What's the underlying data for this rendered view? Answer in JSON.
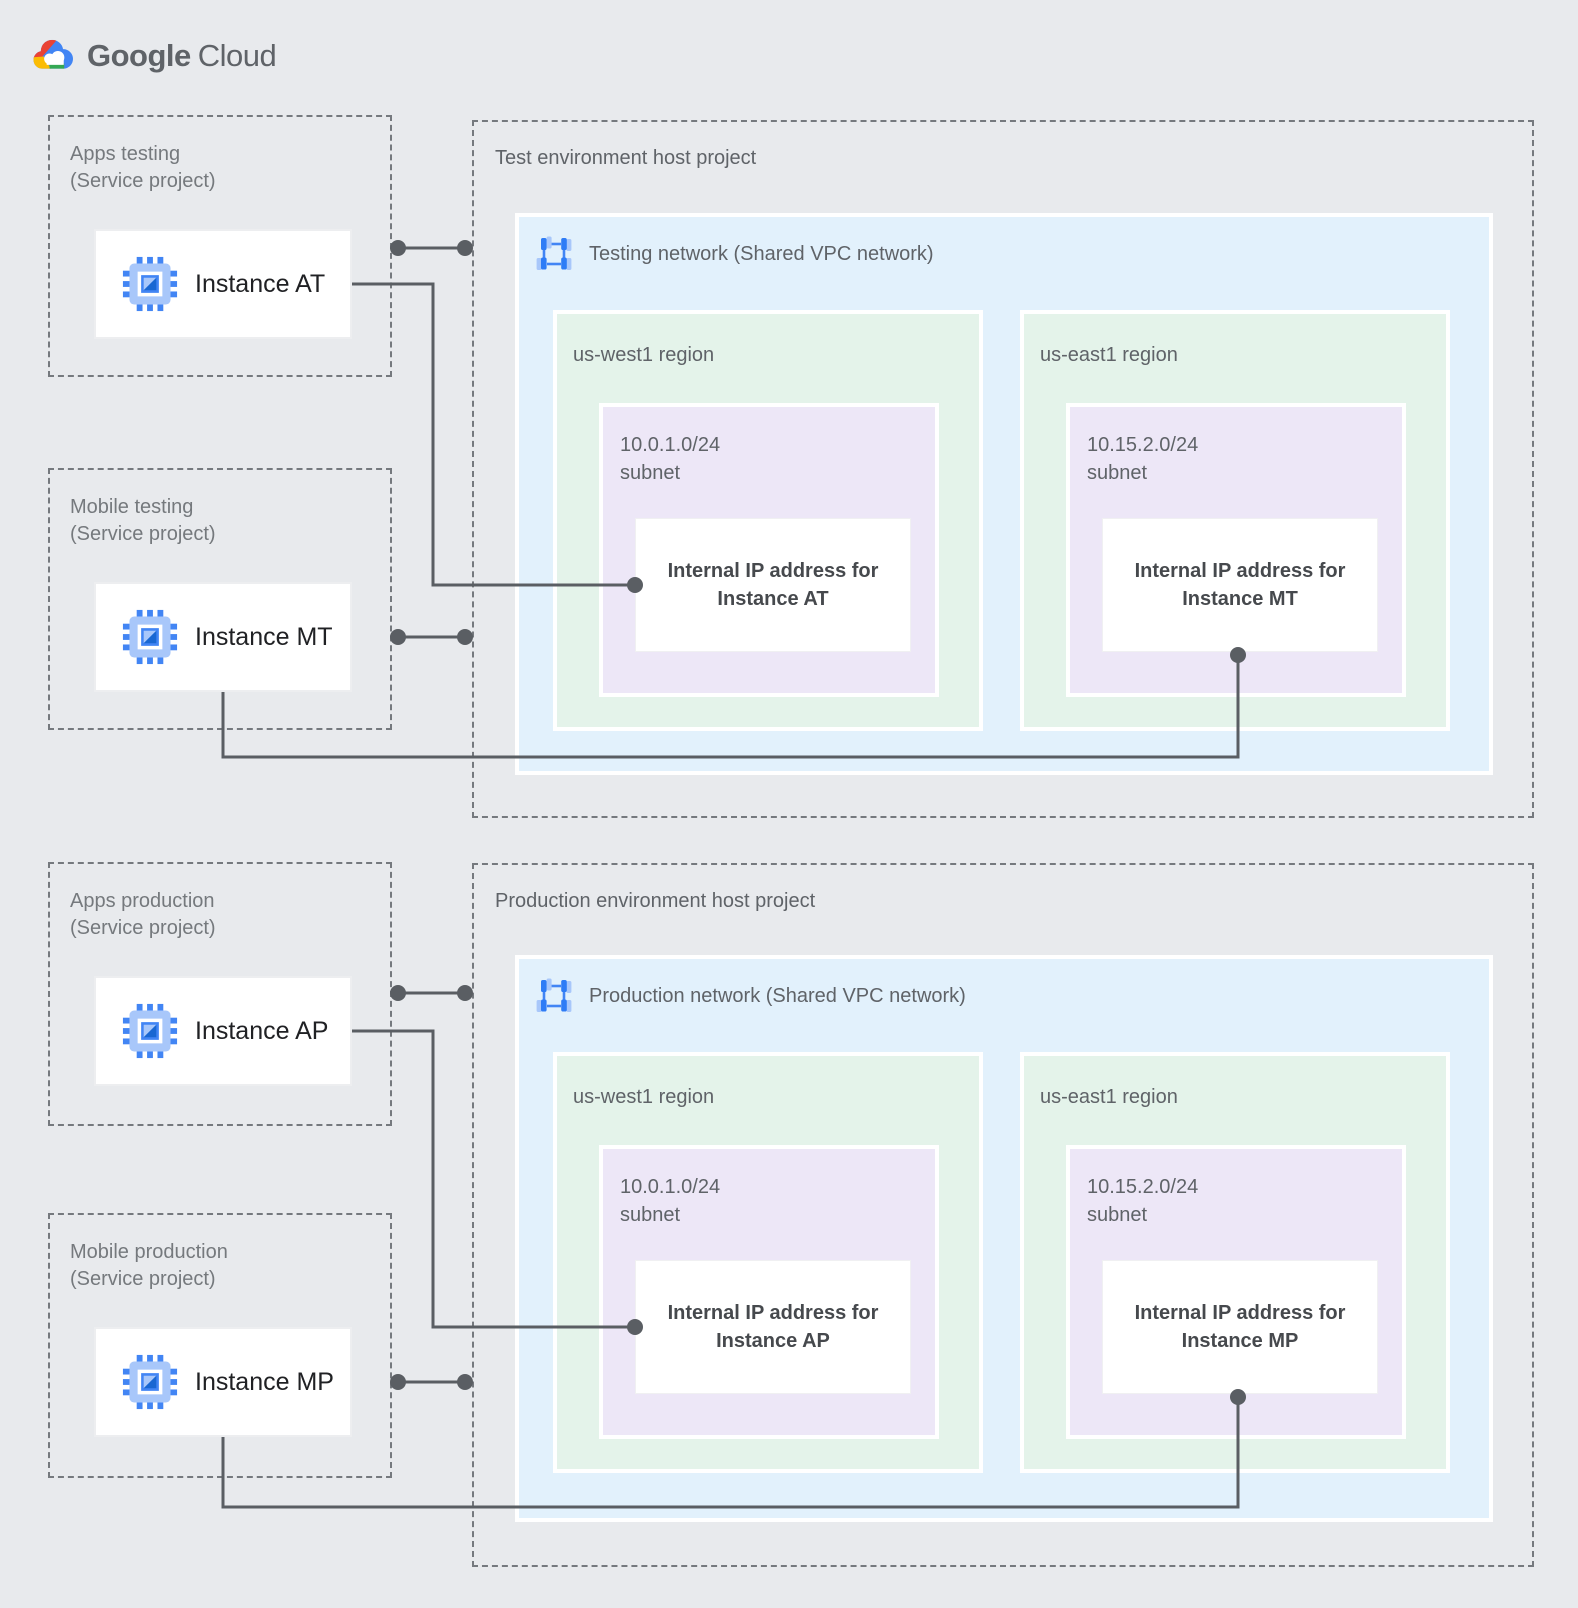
{
  "logo": {
    "google": "Google",
    "cloud": "Cloud"
  },
  "service_projects": [
    {
      "label": "Apps testing\n(Service project)",
      "instance": "Instance AT"
    },
    {
      "label": "Mobile testing\n(Service project)",
      "instance": "Instance MT"
    },
    {
      "label": "Apps production\n(Service project)",
      "instance": "Instance AP"
    },
    {
      "label": "Mobile production\n(Service project)",
      "instance": "Instance MP"
    }
  ],
  "host_projects": [
    {
      "title": "Test environment host project",
      "network": "Testing network (Shared VPC network)",
      "regions": [
        {
          "name": "us-west1 region",
          "subnet": "10.0.1.0/24\nsubnet",
          "ip": "Internal IP address for\nInstance AT"
        },
        {
          "name": "us-east1 region",
          "subnet": "10.15.2.0/24\nsubnet",
          "ip": "Internal IP address for\nInstance MT"
        }
      ]
    },
    {
      "title": "Production environment host project",
      "network": "Production network (Shared VPC network)",
      "regions": [
        {
          "name": "us-west1 region",
          "subnet": "10.0.1.0/24\nsubnet",
          "ip": "Internal IP address for\nInstance AP"
        },
        {
          "name": "us-east1 region",
          "subnet": "10.15.2.0/24\nsubnet",
          "ip": "Internal IP address for\nInstance MP"
        }
      ]
    }
  ],
  "icons": {
    "logo_cloud": "google-cloud-multicolor-cloud",
    "instance": "compute-engine-chip-icon",
    "network": "vpc-network-icon"
  },
  "colors": {
    "background": "#E8EAED",
    "network_blue": "#E2F1FC",
    "region_green": "#E4F3EA",
    "subnet_purple": "#EDE7F7",
    "card_white": "#FFFFFF",
    "dashed_border": "#75797E",
    "connector": "#5A5E63",
    "label_gray": "#5F6368",
    "instance_text": "#202124",
    "icon_blue": "#4285F4",
    "icon_blue_light": "#A8C7FA",
    "logo_red": "#EA4335",
    "logo_yellow": "#FBBC04",
    "logo_green": "#34A853"
  }
}
